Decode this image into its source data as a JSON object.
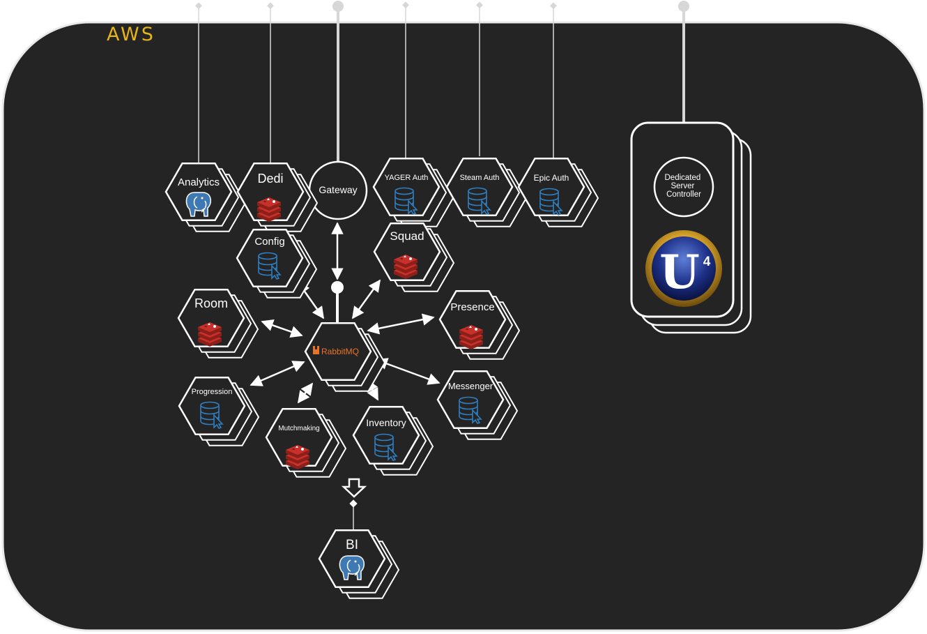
{
  "region": {
    "label": "AWS"
  },
  "services": {
    "analytics": {
      "label": "Analytics",
      "icon": "postgresql-elephant-icon"
    },
    "dedi": {
      "label": "Dedi",
      "icon": "redis-icon"
    },
    "gateway": {
      "label": "Gateway"
    },
    "yager_auth": {
      "label": "YAGER Auth",
      "icon": "database-icon"
    },
    "steam_auth": {
      "label": "Steam Auth",
      "icon": "database-icon"
    },
    "epic_auth": {
      "label": "Epic Auth",
      "icon": "database-icon"
    },
    "config": {
      "label": "Config",
      "icon": "database-icon"
    },
    "squad": {
      "label": "Squad",
      "icon": "redis-icon"
    },
    "room": {
      "label": "Room",
      "icon": "redis-icon"
    },
    "rabbitmq": {
      "label": "RabbitMQ",
      "icon": "rabbitmq-logo-icon"
    },
    "presence": {
      "label": "Presence",
      "icon": "redis-icon"
    },
    "progression": {
      "label": "Progression",
      "icon": "database-icon"
    },
    "messenger": {
      "label": "Messenger",
      "icon": "database-icon"
    },
    "matchmaking": {
      "label": "Mutchmaking",
      "icon": "redis-icon"
    },
    "inventory": {
      "label": "Inventory",
      "icon": "database-icon"
    },
    "bi": {
      "label": "BI",
      "icon": "postgresql-elephant-icon"
    }
  },
  "dedicated_server": {
    "controller_lines": [
      "Dedicated",
      "Server",
      "Controller"
    ],
    "engine_logo": {
      "icon": "unreal-engine-4-logo-icon",
      "mark": "U",
      "version": "4"
    }
  },
  "colors": {
    "background": "#242424",
    "stroke": "#ffffff",
    "accent": "#e6b319",
    "redis": "#c8312b",
    "database": "#2f7fc1",
    "rabbitmq": "#e8742a"
  }
}
